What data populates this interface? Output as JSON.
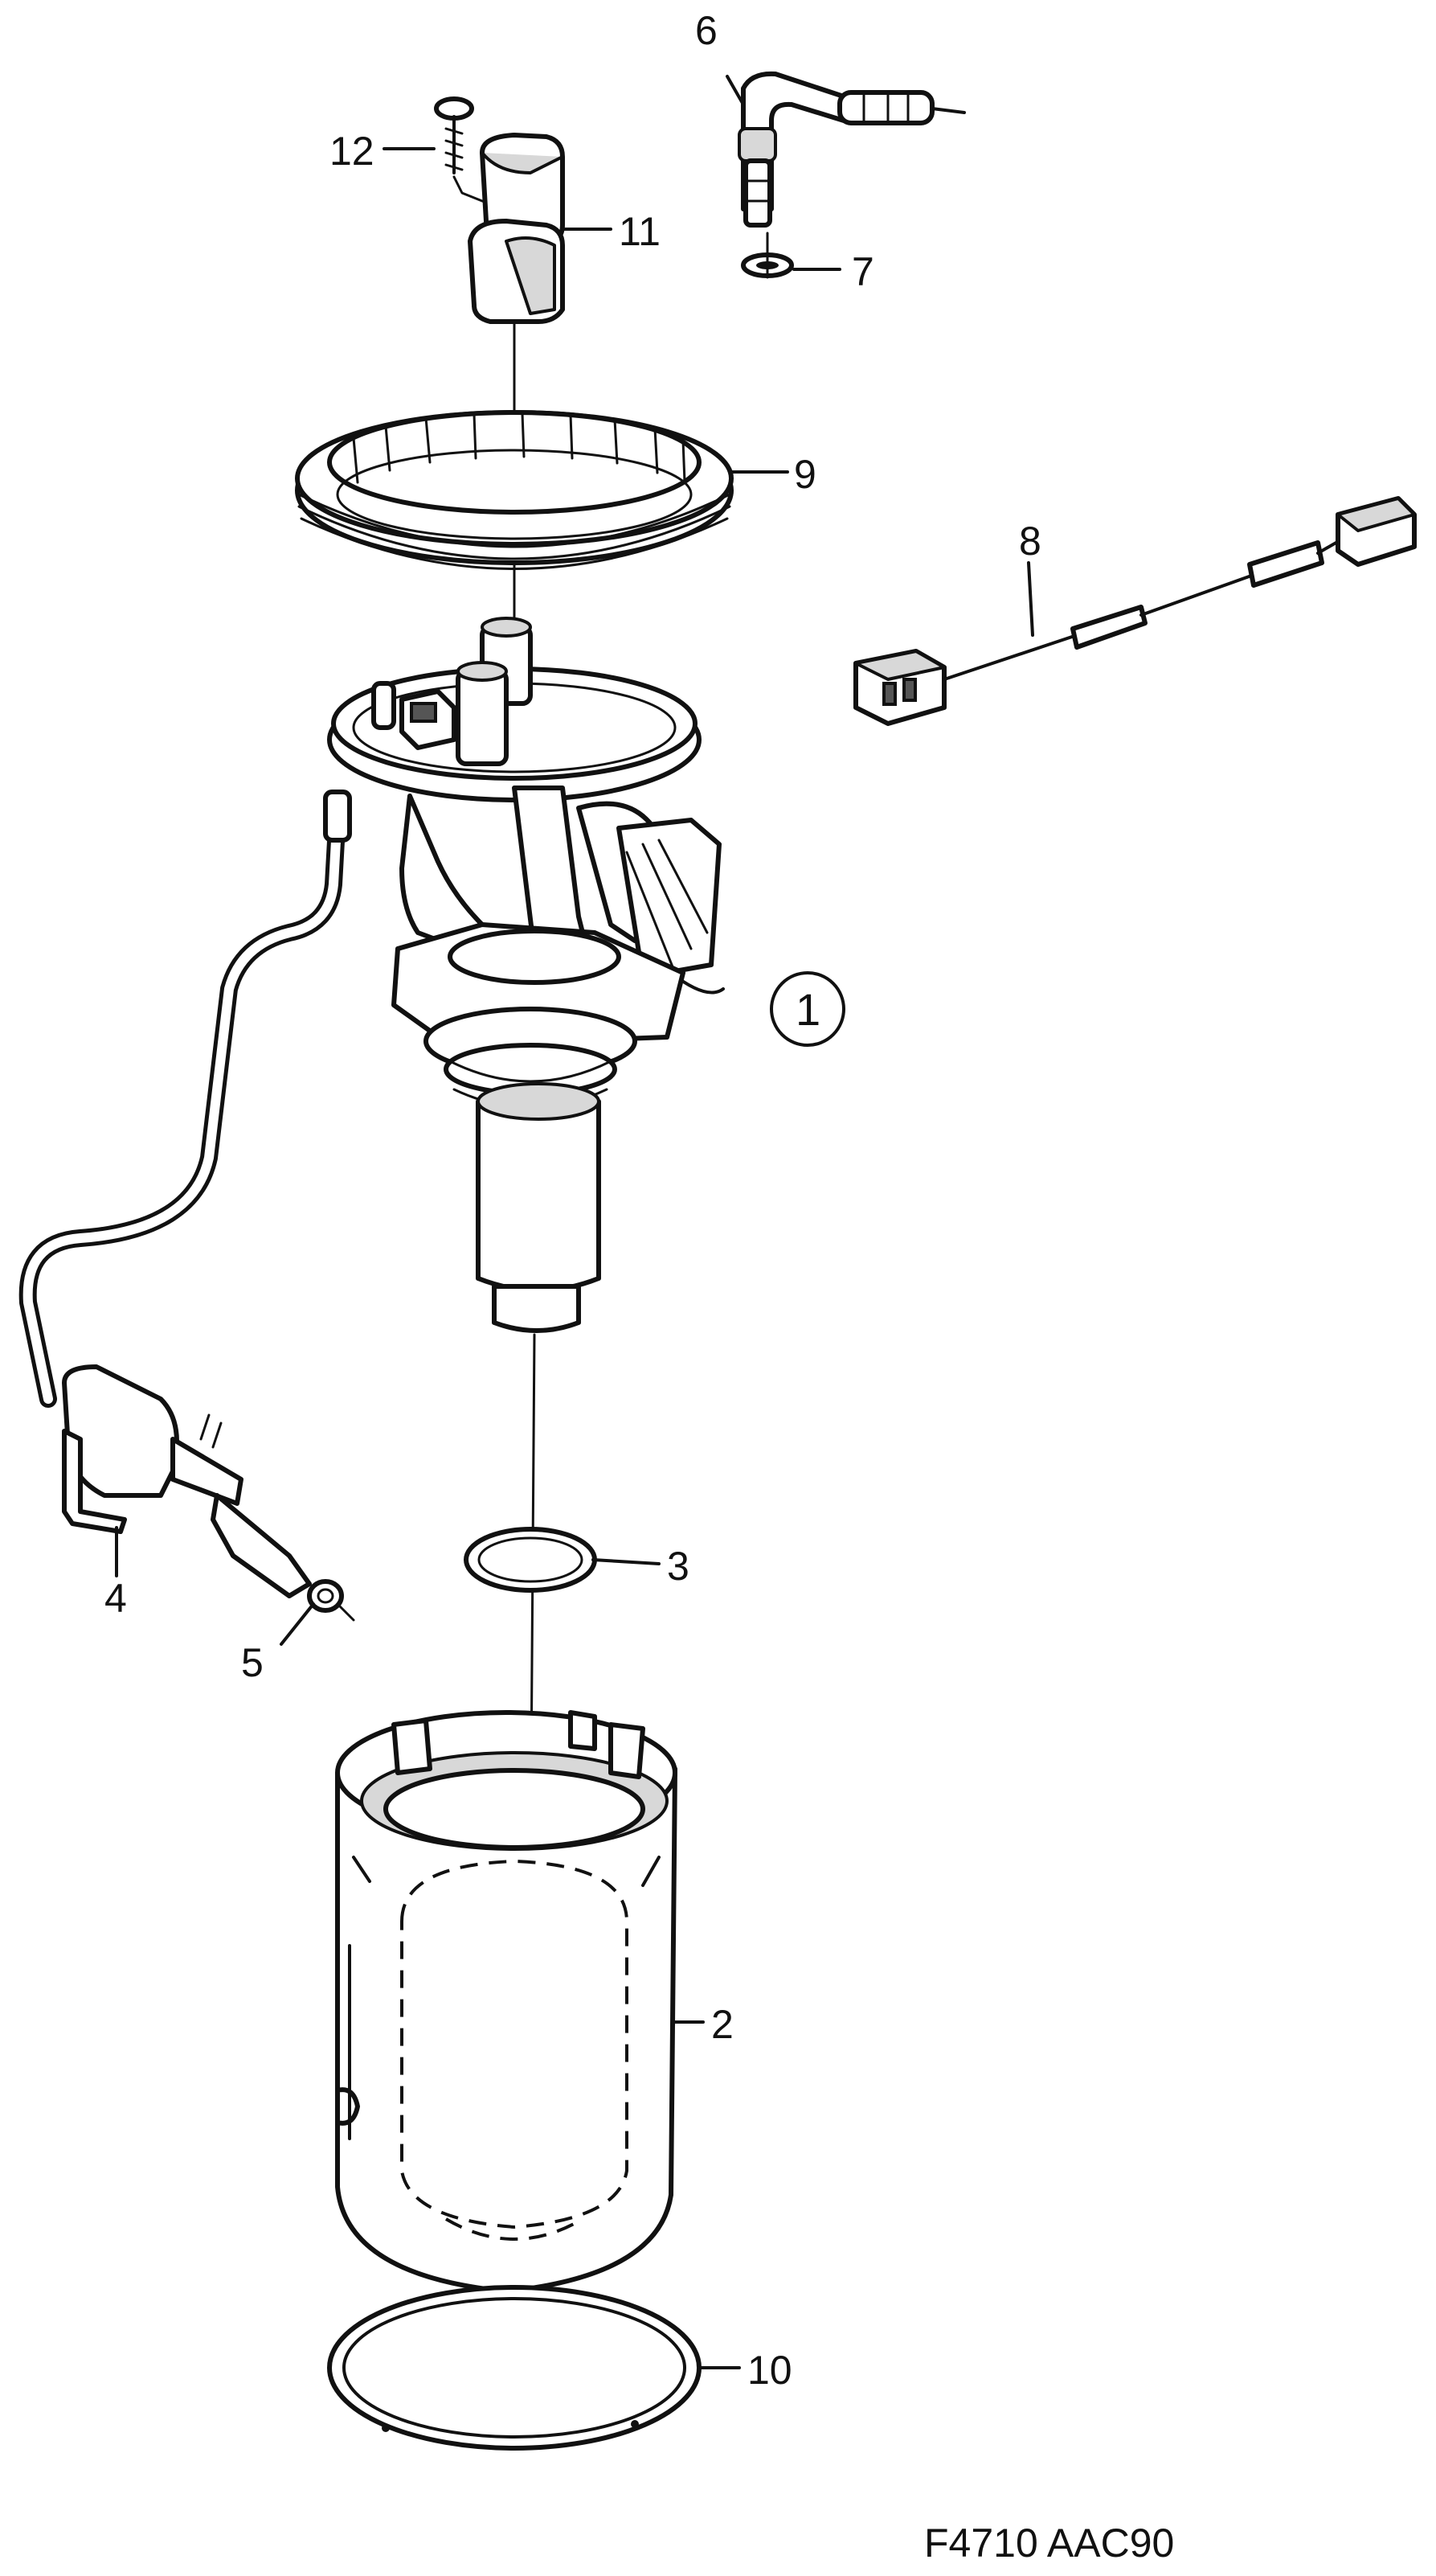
{
  "diagram": {
    "figure_code": "F4710 AAC90",
    "callouts": [
      {
        "id": "c1",
        "text": "1"
      },
      {
        "id": "c2",
        "text": "2"
      },
      {
        "id": "c3",
        "text": "3"
      },
      {
        "id": "c4",
        "text": "4"
      },
      {
        "id": "c5",
        "text": "5"
      },
      {
        "id": "c6",
        "text": "6"
      },
      {
        "id": "c7",
        "text": "7"
      },
      {
        "id": "c8",
        "text": "8"
      },
      {
        "id": "c9",
        "text": "9"
      },
      {
        "id": "c10",
        "text": "10"
      },
      {
        "id": "c11",
        "text": "11"
      },
      {
        "id": "c12",
        "text": "12"
      }
    ]
  }
}
